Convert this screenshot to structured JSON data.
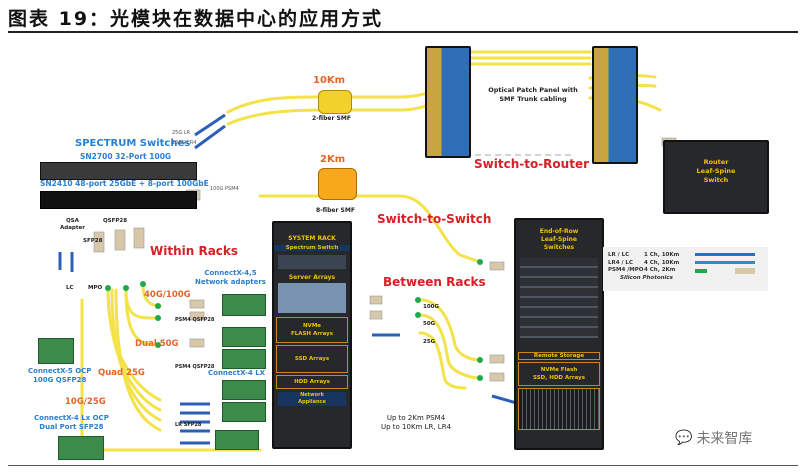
{
  "figure": {
    "title": "图表 19：光模块在数据中心的应用方式"
  },
  "switches": {
    "heading": "SPECTRUM Switches",
    "model_1": "SN2700 32-Port 100G",
    "model_2": "SN2410 48-port 25GbE + 8-port 100GbE"
  },
  "transceivers_top": {
    "lr_25g": "25G LR",
    "lr4_100g": "100G LR4",
    "psm4_100g": "100G PSM4"
  },
  "long_haul": {
    "distance_10km": "10Km",
    "fiber_10km": "2-fiber SMF",
    "distance_2km": "2Km",
    "fiber_2km": "8-fiber SMF"
  },
  "patch_panel": {
    "label_line1": "Optical Patch Panel with",
    "label_line2": "SMF Trunk cabling"
  },
  "sections": {
    "switch_to_router": "Switch-to-Router",
    "switch_to_switch": "Switch-to-Switch",
    "within_racks": "Within Racks",
    "between_racks": "Between Racks"
  },
  "router_rack": {
    "line1": "Router",
    "line2": "Leaf-Spine",
    "line3": "Switch"
  },
  "connectors": {
    "qsa_adapter_line1": "QSA",
    "qsa_adapter_line2": "Adapter",
    "sfp28": "SFP28",
    "qsfp28": "QSFP28",
    "lc": "LC",
    "mpo": "MPO"
  },
  "speeds": {
    "s40_100": "40G/100G",
    "dual50": "Dual 50G",
    "quad25": "Quad 25G",
    "s10_25": "10G/25G"
  },
  "adapters": {
    "cx45_line1": "ConnectX-4,5",
    "cx45_line2": "Network adapters",
    "psm4_qsfp28_a": "PSM4 QSFP28",
    "psm4_qsfp28_b": "PSM4 QSFP28",
    "cx4lx": "ConnectX-4 LX",
    "lr_sfp28": "LR SFP28",
    "cx5ocp_line1": "ConnectX-5 OCP",
    "cx5ocp_line2": "100G QSFP28",
    "cx4lxocp_line1": "ConnectX-4 Lx OCP",
    "cx4lxocp_line2": "Dual Port SFP28"
  },
  "system_rack": {
    "title": "SYSTEM RACK",
    "spectrum_switch": "Spectrum Switch",
    "server_arrays": "Server Arrays",
    "nvme_line1": "NVMe",
    "nvme_line2": "FLASH Arrays",
    "ssd_arrays": "SSD Arrays",
    "hdd_arrays": "HDD Arrays",
    "network_line1": "Network",
    "network_line2": "Appliance"
  },
  "between_racks_links": {
    "g100": "100G",
    "g50": "50G",
    "g25": "25G",
    "note_line1": "Up to 2Km PSM4",
    "note_line2": "Up to 10Km LR, LR4"
  },
  "eor_rack": {
    "line1": "End-of-Row",
    "line2": "Leaf-Spine",
    "line3": "Switches",
    "remote_storage": "Remote Storage",
    "nvme_line1": "NVMe Flash",
    "nvme_line2": "SSD, HDD Arrays"
  },
  "legend": {
    "rows": [
      {
        "type": "LR / LC",
        "spec": "1 Ch, 10Km"
      },
      {
        "type": "LR4 / LC",
        "spec": "4 Ch, 10Km"
      },
      {
        "type": "PSM4 /MPO",
        "spec": "4 Ch, 2Km"
      }
    ],
    "footer": "Silicon Photonics"
  },
  "watermark": {
    "icon": "wechat-icon",
    "text": "未来智库"
  },
  "colors": {
    "fiber_yellow": "#f3e24a",
    "label_red": "#d81f26",
    "label_blue": "#2a7fd0",
    "label_orange": "#e0652a",
    "rack_text": "#f2c200"
  }
}
